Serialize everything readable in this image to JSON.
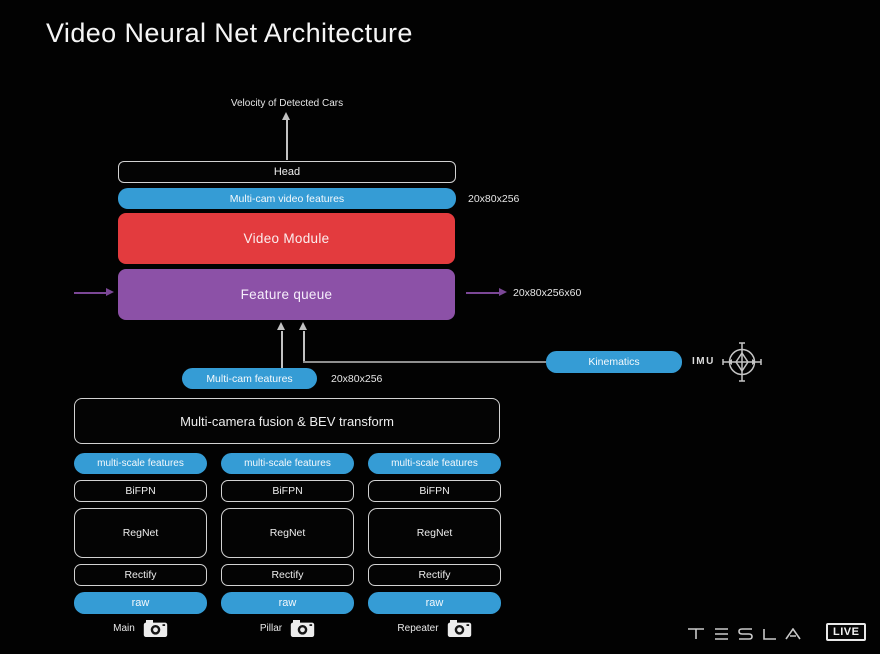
{
  "page": {
    "title": "Video Neural Net Architecture"
  },
  "colors": {
    "accent_blue": "#359cd5",
    "accent_red": "#e33b3e",
    "accent_purple": "#8c51a7",
    "arrow_purple": "#7b4796",
    "background": "#020202"
  },
  "video_stack": {
    "output_label": "Velocity of Detected Cars",
    "head_label": "Head",
    "multicam_video_features_label": "Multi-cam video features",
    "multicam_video_features_dims": "20x80x256",
    "video_module_label": "Video Module",
    "feature_queue_label": "Feature queue",
    "feature_queue_dims": "20x80x256x60"
  },
  "inputs": {
    "kinematics_label": "Kinematics",
    "imu_label": "IMU",
    "multicam_features_label": "Multi-cam features",
    "multicam_features_dims": "20x80x256",
    "fusion_label": "Multi-camera fusion & BEV transform"
  },
  "camera_pipelines": [
    {
      "camera": "Main",
      "features": "multi-scale features",
      "bifpn": "BiFPN",
      "regnet": "RegNet",
      "rectify": "Rectify",
      "raw": "raw"
    },
    {
      "camera": "Pillar",
      "features": "multi-scale features",
      "bifpn": "BiFPN",
      "regnet": "RegNet",
      "rectify": "Rectify",
      "raw": "raw"
    },
    {
      "camera": "Repeater",
      "features": "multi-scale features",
      "bifpn": "BiFPN",
      "regnet": "RegNet",
      "rectify": "Rectify",
      "raw": "raw"
    }
  ],
  "footer": {
    "brand": "TESLA",
    "live_badge": "LIVE"
  }
}
